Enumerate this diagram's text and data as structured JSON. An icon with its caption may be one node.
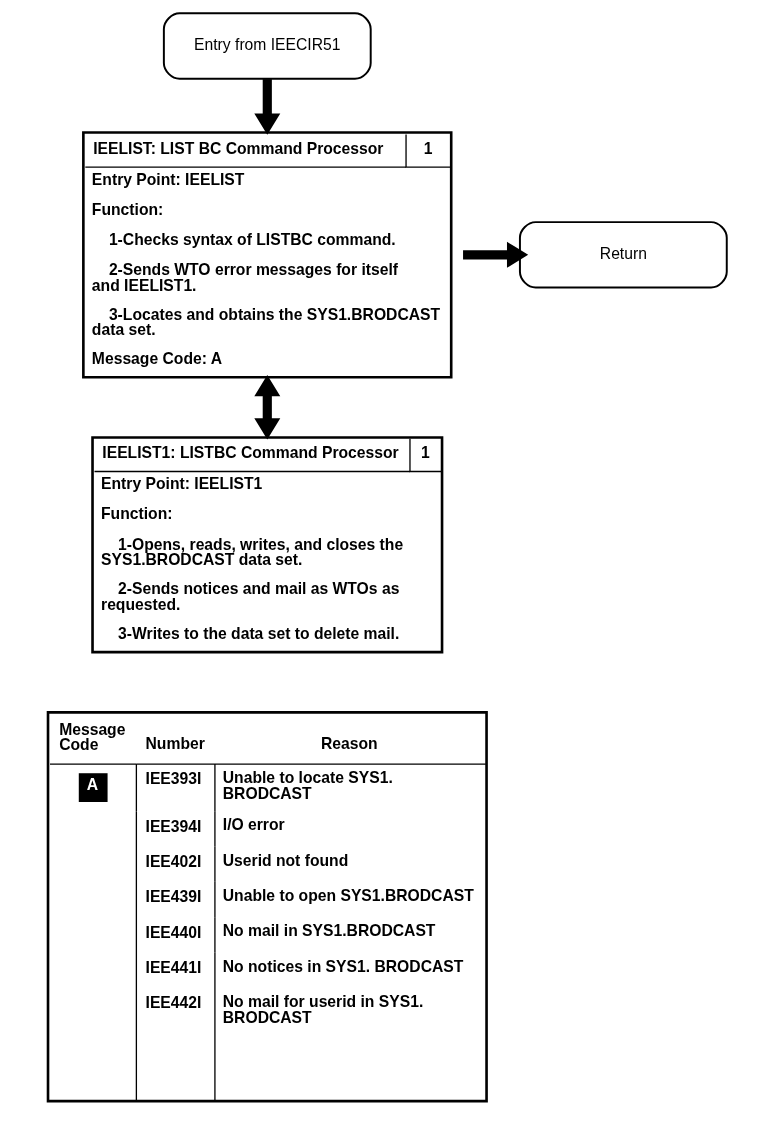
{
  "diagram": {
    "nodes": [
      {
        "text": [
          "Entry from IEECIR51"
        ]
      },
      {
        "text": [
          "IEELIST: LIST BC Command Processor",
          "1",
          "Entry Point: IEELIST",
          "Function:",
          "1-Checks syntax of LISTBC command.",
          "2-Sends WTO error messages for itself and IEELIST1.",
          "3-Locates and obtains the SYS1.BRODCAST data set.",
          "Message Code: A"
        ]
      },
      {
        "text": [
          "Return"
        ]
      },
      {
        "text": [
          "IEELIST1: LISTBC Command Processor",
          "1",
          "Entry Point: IEELIST1",
          "Function:",
          "1-Opens, reads, writes, and closes the SYS1.BRODCAST data set.",
          "2-Sends notices and mail as WTOs as requested.",
          "3-Writes to the data set to delete mail."
        ]
      }
    ],
    "edges": [
      {
        "from": 0,
        "to": 1,
        "arrow": "to"
      },
      {
        "from": 1,
        "to": 2,
        "arrow": "to"
      },
      {
        "from": 1,
        "to": 3,
        "arrow": "both"
      }
    ],
    "labels": [
      "Message Code",
      "Number",
      "Reason",
      "A",
      "IEE393I",
      "Unable to locate SYS1. BRODCAST",
      "IEE394I",
      "I/O error",
      "IEE402I",
      "Userid not found",
      "IEE439I",
      "Unable to open SYS1.BRODCAST",
      "IEE440I",
      "No mail in SYS1.BRODCAST",
      "IEE441I",
      "No notices in SYS1. BRODCAST",
      "IEE442I",
      "No mail for userid in SYS1. BRODCAST"
    ]
  }
}
